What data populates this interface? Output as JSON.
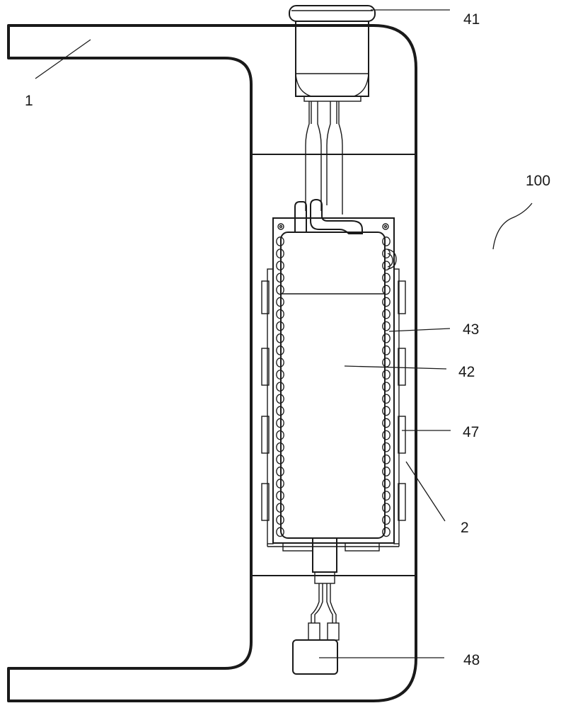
{
  "figure": {
    "reference_numerals": {
      "frame": "1",
      "enclosure": "2",
      "assembly": "100",
      "cap_connector": "41",
      "tank": "42",
      "heating_coil": "43",
      "side_clips": "47",
      "bottom_connector": "48"
    }
  }
}
